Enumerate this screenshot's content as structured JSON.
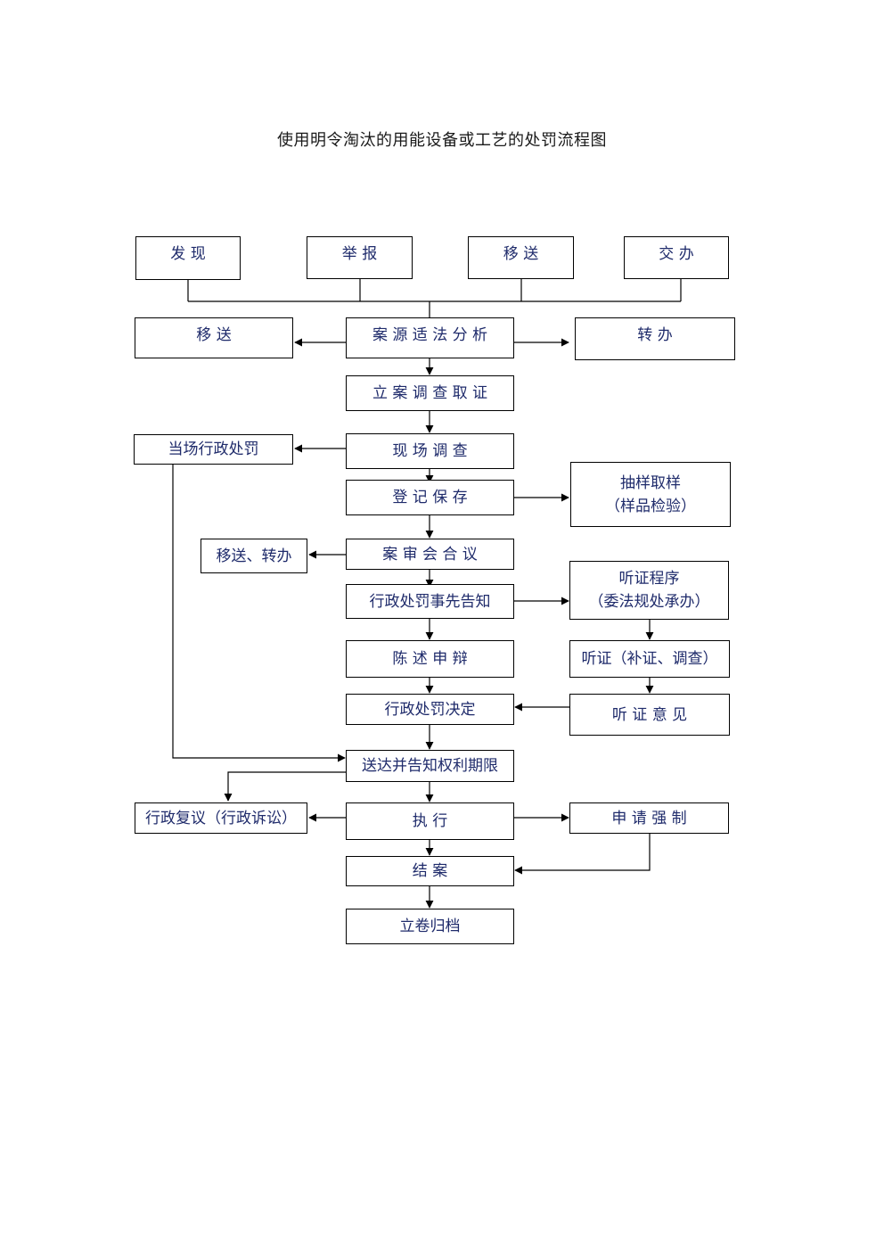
{
  "title": "使用明令淘汰的用能设备或工艺的处罚流程图",
  "sources": [
    "发 现",
    "举 报",
    "移 送",
    "交 办"
  ],
  "analysis": {
    "center": "案 源 适 法 分 析",
    "left": "移 送",
    "right": "转 办"
  },
  "filing": "立 案 调 查 取 证",
  "onsite": {
    "center": "现 场 调 查",
    "left": "当场行政处罚"
  },
  "register": {
    "center": "登 记 保 存",
    "right_line1": "抽样取样",
    "right_line2": "（样品检验）"
  },
  "review": {
    "center": "案 审 会 合 议",
    "left": "移送、转办"
  },
  "notice": {
    "center": "行政处罚事先告知",
    "right_line1": "听证程序",
    "right_line2": "（委法规处承办）"
  },
  "defense": {
    "center": "陈 述 申 辩",
    "right": "听证（补证、调查）"
  },
  "decision": {
    "center": "行政处罚决定",
    "right": "听 证 意 见"
  },
  "delivery": "送达并告知权利期限",
  "execute": {
    "center": "执 行",
    "left": "行政复议（行政诉讼）",
    "right": "申 请 强 制"
  },
  "close": "结 案",
  "archive": "立卷归档"
}
